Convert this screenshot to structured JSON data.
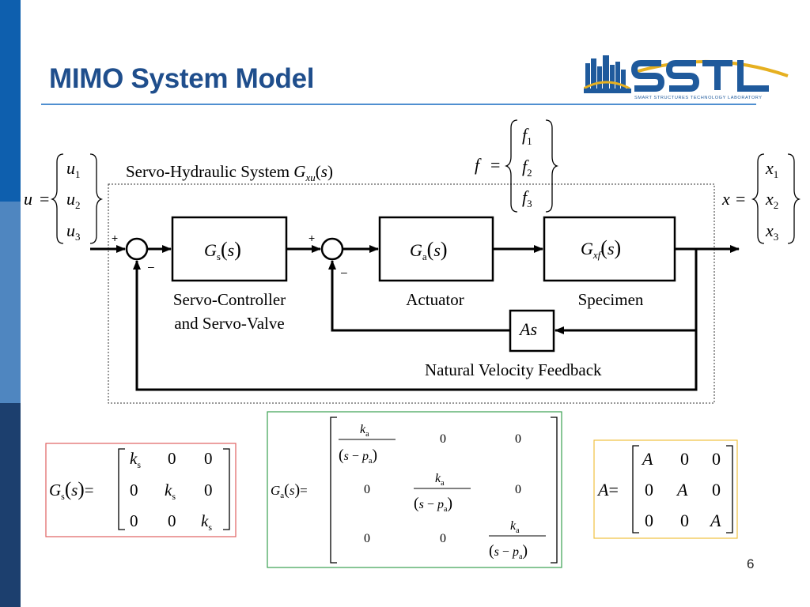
{
  "slide": {
    "title": "MIMO System Model",
    "page_number": "6"
  },
  "logo": {
    "name": "SSTL",
    "tagline": "SMART STRUCTURES TECHNOLOGY LABORATORY"
  },
  "diagram": {
    "system_label": "Servo-Hydraulic System ",
    "system_symbol": "G",
    "system_subscript": "xu",
    "system_arg": "(s)",
    "input_vector": {
      "name": "u",
      "entries": [
        "u1",
        "u2",
        "u3"
      ]
    },
    "output_vector": {
      "name": "x",
      "entries": [
        "x1",
        "x2",
        "x3"
      ]
    },
    "force_vector": {
      "name": "f",
      "entries": [
        "f1",
        "f2",
        "f3"
      ]
    },
    "blocks": [
      {
        "id": "controller",
        "symbol": "G",
        "subscript": "s",
        "arg": "s",
        "caption": [
          "Servo-Controller",
          "and Servo-Valve"
        ]
      },
      {
        "id": "actuator",
        "symbol": "G",
        "subscript": "a",
        "arg": "s",
        "caption": [
          "Actuator"
        ]
      },
      {
        "id": "specimen",
        "symbol": "G",
        "subscript": "xf",
        "arg": "s",
        "caption": [
          "Specimen"
        ]
      },
      {
        "id": "velocity",
        "symbol": "As",
        "caption": [
          "Natural Velocity Feedback"
        ]
      }
    ],
    "summing_junctions": [
      {
        "plus": "+",
        "minus": "–"
      },
      {
        "plus": "+",
        "minus": "–"
      }
    ]
  },
  "matrices": [
    {
      "id": "Gs",
      "lhs": "G_s(s)=",
      "border": "#e06060",
      "rows": [
        [
          "k_s",
          "0",
          "0"
        ],
        [
          "0",
          "k_s",
          "0"
        ],
        [
          "0",
          "0",
          "k_s"
        ]
      ]
    },
    {
      "id": "Ga",
      "lhs": "G_a(s)=",
      "border": "#3aa050",
      "rows": [
        [
          "k_a/(s−p_a)",
          "0",
          "0"
        ],
        [
          "0",
          "k_a/(s−p_a)",
          "0"
        ],
        [
          "0",
          "0",
          "k_a/(s−p_a)"
        ]
      ]
    },
    {
      "id": "A",
      "lhs": "A=",
      "border": "#f0c040",
      "rows": [
        [
          "A",
          "0",
          "0"
        ],
        [
          "0",
          "A",
          "0"
        ],
        [
          "0",
          "0",
          "A"
        ]
      ]
    }
  ],
  "colors": {
    "title": "#1f4e8c",
    "rule": "#4f8fd0",
    "stripe": [
      "#0e5fae",
      "#2f7cc4",
      "#5389c0",
      "#1c3f6e"
    ]
  }
}
